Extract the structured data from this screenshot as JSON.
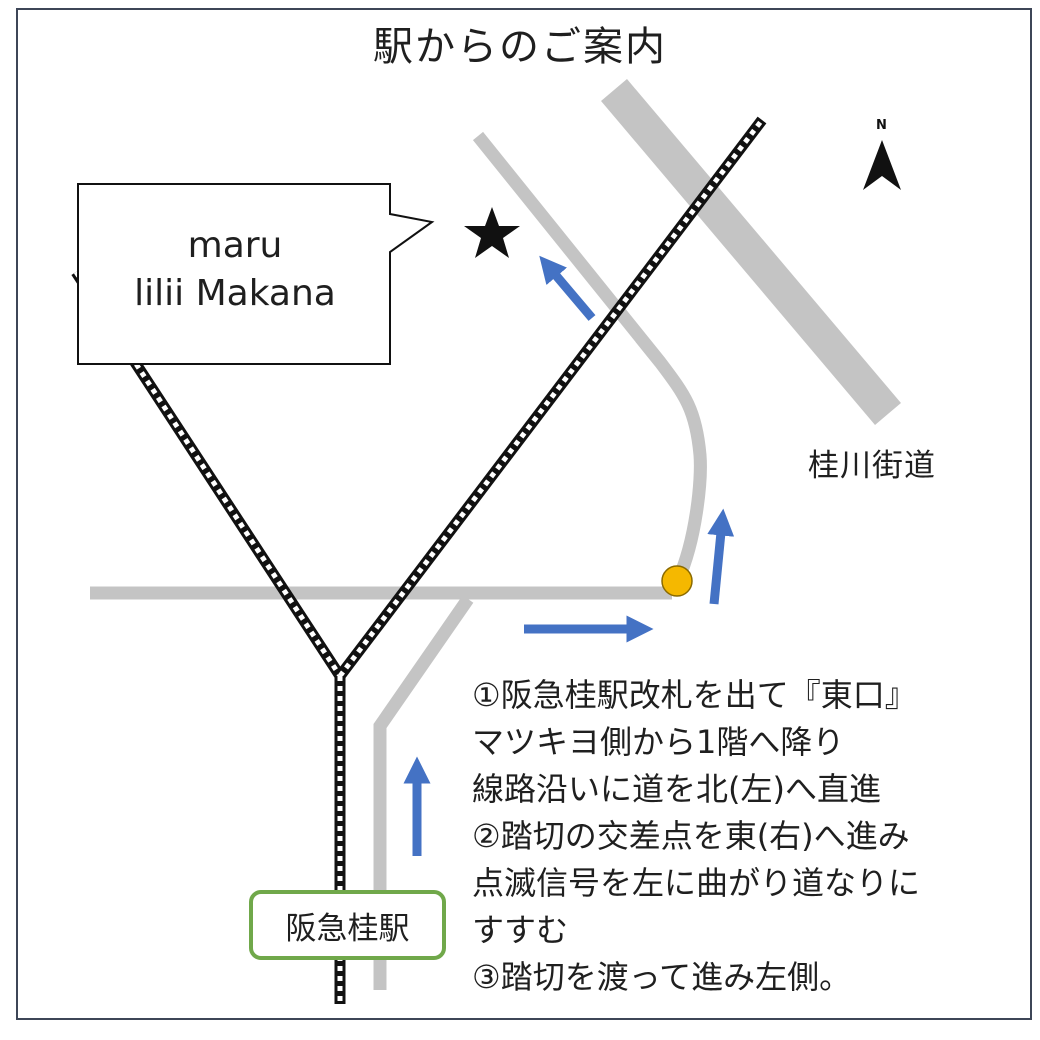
{
  "title": "駅からのご案内",
  "shop_name": [
    "maru",
    "lilii Makana"
  ],
  "road_label": "桂川街道",
  "station_label": "阪急桂駅",
  "north_label": "N",
  "directions": [
    "①阪急桂駅改札を出て『東口』",
    "マツキヨ側から1階へ降り",
    "線路沿いに道を北(左)へ直進",
    "②踏切の交差点を東(右)へ進み",
    "点滅信号を左に曲がり道なりに",
    "すすむ",
    "③踏切を渡って進み左側。"
  ],
  "colors": {
    "road": "#c4c4c4",
    "main_road": "#c4c4c4",
    "rail_dark": "#111111",
    "arrow": "#4472c4",
    "signal": "#f5b800",
    "station_border": "#70a84a",
    "frame": "#3d4657"
  },
  "icons": {
    "destination": "star-icon",
    "signal": "traffic-signal-dot",
    "north": "north-arrow-icon"
  }
}
